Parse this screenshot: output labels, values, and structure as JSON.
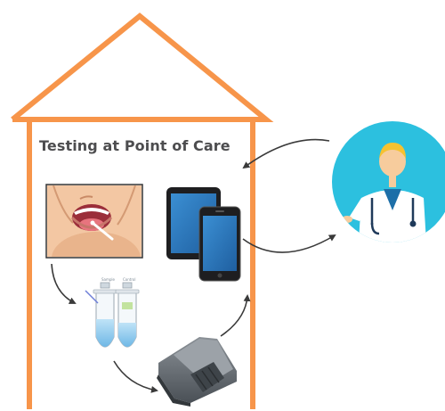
{
  "diagram": {
    "title": "Testing at Point of Care",
    "tube_labels": [
      "Sample",
      "Control"
    ],
    "colors": {
      "house_outline": "#f7954a",
      "doctor_circle": "#2cc0df",
      "arrow": "#3a3a3a",
      "title_text": "#4d4d4f",
      "device_screen": "#2f7fc1"
    },
    "icons": [
      "house-outline",
      "mouth-swab-photo",
      "tablet-device-icon",
      "phone-device-icon",
      "test-tubes-icon",
      "reader-device-icon",
      "doctor-icon"
    ]
  }
}
